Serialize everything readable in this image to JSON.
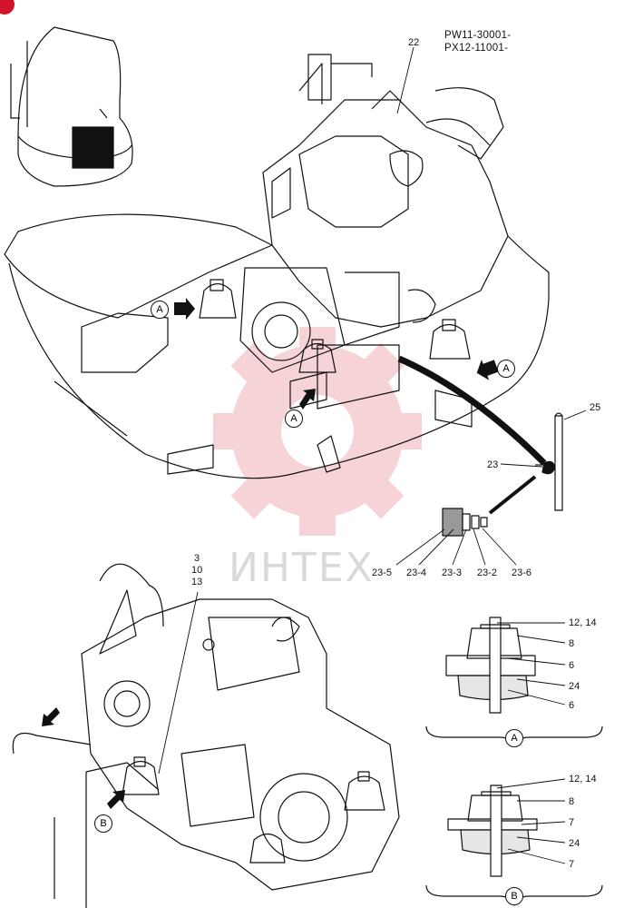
{
  "serial_numbers": [
    "PW11-30001-",
    "PX12-11001-"
  ],
  "watermark": "ИНТЕХ",
  "callouts_top": {
    "c22": "22",
    "c25": "25",
    "c23": "23",
    "c23_5": "23-5",
    "c23_4": "23-4",
    "c23_3": "23-3",
    "c23_2": "23-2",
    "c23_6": "23-6"
  },
  "view_markers": {
    "top_left": "A",
    "top_right": "A",
    "top_middle": "A",
    "bottom_left": "B"
  },
  "callouts_bottom": {
    "stack": [
      "3",
      "10",
      "13"
    ]
  },
  "detail_a": {
    "label": "A",
    "parts": [
      "12, 14",
      "8",
      "6",
      "24",
      "6"
    ]
  },
  "detail_b": {
    "label": "B",
    "parts": [
      "12, 14",
      "8",
      "7",
      "24",
      "7"
    ]
  }
}
